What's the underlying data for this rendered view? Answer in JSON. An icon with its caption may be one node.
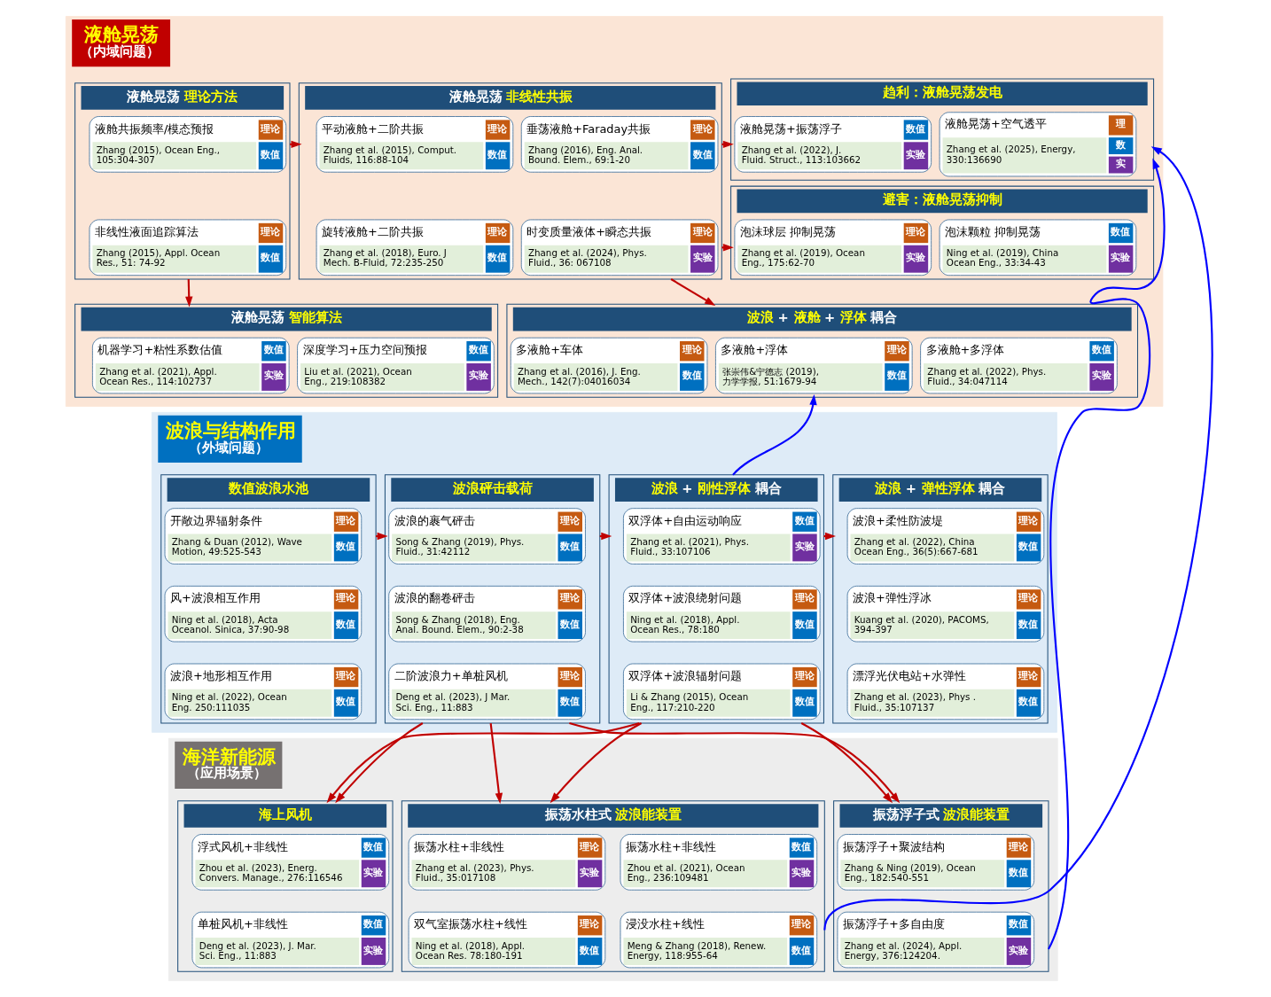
{
  "diagram": {
    "nodes": [
      {
        "text": [
          "液舱晃荡",
          "（内域问题）"
        ]
      },
      {
        "text": [
          "液舱晃荡 理论方法"
        ],
        "in": 0
      },
      {
        "text": [
          "液舱共振频率/模态预报",
          "Zhang (2015), Ocean Eng., 105:304-307",
          "理论",
          "数值"
        ],
        "in": 1
      },
      {
        "text": [
          "非线性液面追踪算法",
          "Zhang (2015), Appl. Ocean Res., 51: 74-92",
          "理论",
          "数值"
        ],
        "in": 1
      },
      {
        "text": [
          "液舱晃荡 非线性共振"
        ],
        "in": 0
      },
      {
        "text": [
          "平动液舱+二阶共振",
          "Zhang et al. (2015), Comput. Fluids, 116:88-104",
          "理论",
          "数值"
        ],
        "in": 4
      },
      {
        "text": [
          "垂荡液舱+Faraday共振",
          "Zhang (2016), Eng. Anal. Bound. Elem., 69:1-20",
          "理论",
          "数值"
        ],
        "in": 4
      },
      {
        "text": [
          "旋转液舱+二阶共振",
          "Zhang et al. (2018), Euro. J Mech. B-Fluid, 72:235-250",
          "理论",
          "数值"
        ],
        "in": 4
      },
      {
        "text": [
          "时变质量液体+瞬态共振",
          "Zhang et al. (2024), Phys. Fluid., 36: 067108",
          "理论",
          "实验"
        ],
        "in": 4
      },
      {
        "text": [
          "趋利：液舱晃荡发电"
        ],
        "in": 0
      },
      {
        "text": [
          "液舱晃荡+振荡浮子",
          "Zhang et al. (2022), J. Fluid. Struct., 113:103662",
          "数值",
          "实验"
        ],
        "in": 9
      },
      {
        "text": [
          "液舱晃荡+空气透平",
          "Zhang et al. (2025), Energy, 330:136690",
          "理",
          "数",
          "实"
        ],
        "in": 9
      },
      {
        "text": [
          "避害：液舱晃荡抑制"
        ],
        "in": 0
      },
      {
        "text": [
          "泡沫球层 抑制晃荡",
          "Zhang et al. (2019), Ocean Eng., 175:62-70",
          "理论",
          "实验"
        ],
        "in": 12
      },
      {
        "text": [
          "泡沫颗粒 抑制晃荡",
          "Ning et al. (2019), China Ocean Eng., 33:34-43",
          "数值",
          "实验"
        ],
        "in": 12
      },
      {
        "text": [
          "液舱晃荡 智能算法"
        ],
        "in": 0
      },
      {
        "text": [
          "机器学习+粘性系数估值",
          "Zhang et al. (2021), Appl. Ocean Res., 114:102737",
          "数值",
          "实验"
        ],
        "in": 15
      },
      {
        "text": [
          "深度学习+压力空间预报",
          "Liu et al. (2021), Ocean Eng., 219:108382",
          "数值",
          "实验"
        ],
        "in": 15
      },
      {
        "text": [
          "波浪 + 液舱 + 浮体 耦合"
        ],
        "in": 0
      },
      {
        "text": [
          "多液舱+车体",
          "Zhang et al. (2016), J. Eng. Mech., 142(7):04016034",
          "理论",
          "数值"
        ],
        "in": 18
      },
      {
        "text": [
          "多液舱+浮体",
          "张崇伟&宁德志 (2019), 力学学报, 51:1679-94",
          "理论",
          "数值"
        ],
        "in": 18
      },
      {
        "text": [
          "多液舱+多浮体",
          "Zhang et al. (2022), Phys. Fluid., 34:047114",
          "数值",
          "实验"
        ],
        "in": 18
      },
      {
        "text": [
          "波浪与结构作用",
          "（外域问题）"
        ]
      },
      {
        "text": [
          "数值波浪水池"
        ],
        "in": 22
      },
      {
        "text": [
          "开敞边界辐射条件",
          "Zhang & Duan (2012), Wave Motion, 49:525-543",
          "理论",
          "数值"
        ],
        "in": 23
      },
      {
        "text": [
          "风+波浪相互作用",
          "Ning et al. (2018), Acta Oceanol. Sinica, 37:90-98",
          "理论",
          "数值"
        ],
        "in": 23
      },
      {
        "text": [
          "波浪+地形相互作用",
          "Ning et al. (2022), Ocean Eng. 250:111035",
          "理论",
          "数值"
        ],
        "in": 23
      },
      {
        "text": [
          "波浪砰击载荷"
        ],
        "in": 22
      },
      {
        "text": [
          "波浪的裹气砰击",
          "Song & Zhang (2019), Phys. Fluid., 31:42112",
          "理论",
          "数值"
        ],
        "in": 27
      },
      {
        "text": [
          "波浪的翻卷砰击",
          "Song & Zhang (2018), Eng. Anal. Bound. Elem., 90:2-38",
          "理论",
          "数值"
        ],
        "in": 27
      },
      {
        "text": [
          "二阶波浪力+单桩风机",
          "Deng et al. (2023), J Mar. Sci. Eng., 11:883",
          "理论",
          "数值"
        ],
        "in": 27
      },
      {
        "text": [
          "波浪 + 刚性浮体 耦合"
        ],
        "in": 22
      },
      {
        "text": [
          "双浮体+自由运动响应",
          "Zhang et al. (2021), Phys. Fluid., 33:107106",
          "数值",
          "实验"
        ],
        "in": 31
      },
      {
        "text": [
          "双浮体+波浪绕射问题",
          "Ning et al. (2018), Appl. Ocean Res., 78:180",
          "理论",
          "数值"
        ],
        "in": 31
      },
      {
        "text": [
          "双浮体+波浪辐射问题",
          "Li & Zhang (2015), Ocean Eng., 117:210-220",
          "理论",
          "数值"
        ],
        "in": 31
      },
      {
        "text": [
          "波浪 + 弹性浮体 耦合"
        ],
        "in": 22
      },
      {
        "text": [
          "波浪+柔性防波堤",
          "Zhang et al. (2022), China Ocean Eng., 36(5):667-681",
          "理论",
          "数值"
        ],
        "in": 35
      },
      {
        "text": [
          "波浪+弹性浮冰",
          "Kuang et al. (2020), PACOMS, 394-397",
          "理论",
          "数值"
        ],
        "in": 35
      },
      {
        "text": [
          "漂浮光伏电站+水弹性",
          "Zhang et al. (2023), Phys . Fluid., 35:107137",
          "理论",
          "数值"
        ],
        "in": 35
      },
      {
        "text": [
          "海洋新能源",
          "（应用场景）"
        ]
      },
      {
        "text": [
          "海上风机"
        ],
        "in": 39
      },
      {
        "text": [
          "浮式风机+非线性",
          "Zhou et al. (2023), Energ. Convers. Manage., 276:116546",
          "数值",
          "实验"
        ],
        "in": 40
      },
      {
        "text": [
          "单桩风机+非线性",
          "Deng et al. (2023), J. Mar. Sci. Eng., 11:883",
          "数值",
          "实验"
        ],
        "in": 40
      },
      {
        "text": [
          "振荡水柱式 波浪能装置"
        ],
        "in": 39
      },
      {
        "text": [
          "振荡水柱+非线性",
          "Zhang et al. (2023), Phys. Fluid., 35:017108",
          "理论",
          "实验"
        ],
        "in": 43
      },
      {
        "text": [
          "振荡水柱+非线性",
          "Zhou et al. (2021), Ocean Eng., 236:109481",
          "数值",
          "实验"
        ],
        "in": 43
      },
      {
        "text": [
          "双气室振荡水柱+线性",
          "Ning et al. (2018), Appl. Ocean Res. 78:180-191",
          "理论",
          "数值"
        ],
        "in": 43
      },
      {
        "text": [
          "浸没水柱+线性",
          "Meng & Zhang (2018), Renew. Energy, 118:955-64",
          "理论",
          "数值"
        ],
        "in": 43
      },
      {
        "text": [
          "振荡浮子式 波浪能装置"
        ],
        "in": 39
      },
      {
        "text": [
          "振荡浮子+聚波结构",
          "Zhang & Ning (2019), Ocean Eng., 182:540-551",
          "理论",
          "数值"
        ],
        "in": 48
      },
      {
        "text": [
          "振荡浮子+多自由度",
          "Zhang et al. (2024), Appl. Energy, 376:124204.",
          "数值",
          "实验"
        ],
        "in": 48
      }
    ],
    "edges": [
      {
        "from": 1,
        "to": 4,
        "arrow": "to"
      },
      {
        "from": 4,
        "to": 9,
        "arrow": "to"
      },
      {
        "from": 4,
        "to": 12,
        "arrow": "to"
      },
      {
        "from": 1,
        "to": 15,
        "arrow": "to"
      },
      {
        "from": 4,
        "to": 18,
        "arrow": "to"
      },
      {
        "from": 23,
        "to": 27,
        "arrow": "to"
      },
      {
        "from": 27,
        "to": 31,
        "arrow": "to"
      },
      {
        "from": 31,
        "to": 35,
        "arrow": "to"
      },
      {
        "from": 31,
        "to": 18,
        "arrow": "to",
        "color": "#0000ff"
      },
      {
        "from": 27,
        "to": 40,
        "arrow": "to"
      },
      {
        "from": 27,
        "to": 43,
        "arrow": "to"
      },
      {
        "from": 27,
        "to": 48,
        "arrow": "to"
      },
      {
        "from": 31,
        "to": 40,
        "arrow": "to"
      },
      {
        "from": 31,
        "to": 43,
        "arrow": "to"
      },
      {
        "from": 31,
        "to": 48,
        "arrow": "to"
      },
      {
        "from": 43,
        "to": 9,
        "arrow": "to",
        "color": "#0000ff"
      },
      {
        "from": 48,
        "to": 9,
        "arrow": "to",
        "color": "#0000ff"
      }
    ]
  }
}
